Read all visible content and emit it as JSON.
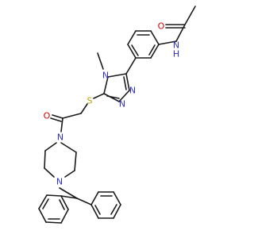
{
  "colors": {
    "bond": "#1a1a1a",
    "carbon": "#1a1a1a",
    "nitrogen": "#2f2fd0",
    "oxygen": "#e00000",
    "sulfur": "#b8a000"
  },
  "labels": {
    "o_acetyl": "O",
    "n_amide": "N",
    "h_amide": "H",
    "n4_triazole": "N",
    "n3_triazole": "N",
    "n2_triazole": "N",
    "s_thio": "S",
    "o_ketone": "O",
    "n1_piperazine": "N",
    "n4_piperazine": "N"
  }
}
